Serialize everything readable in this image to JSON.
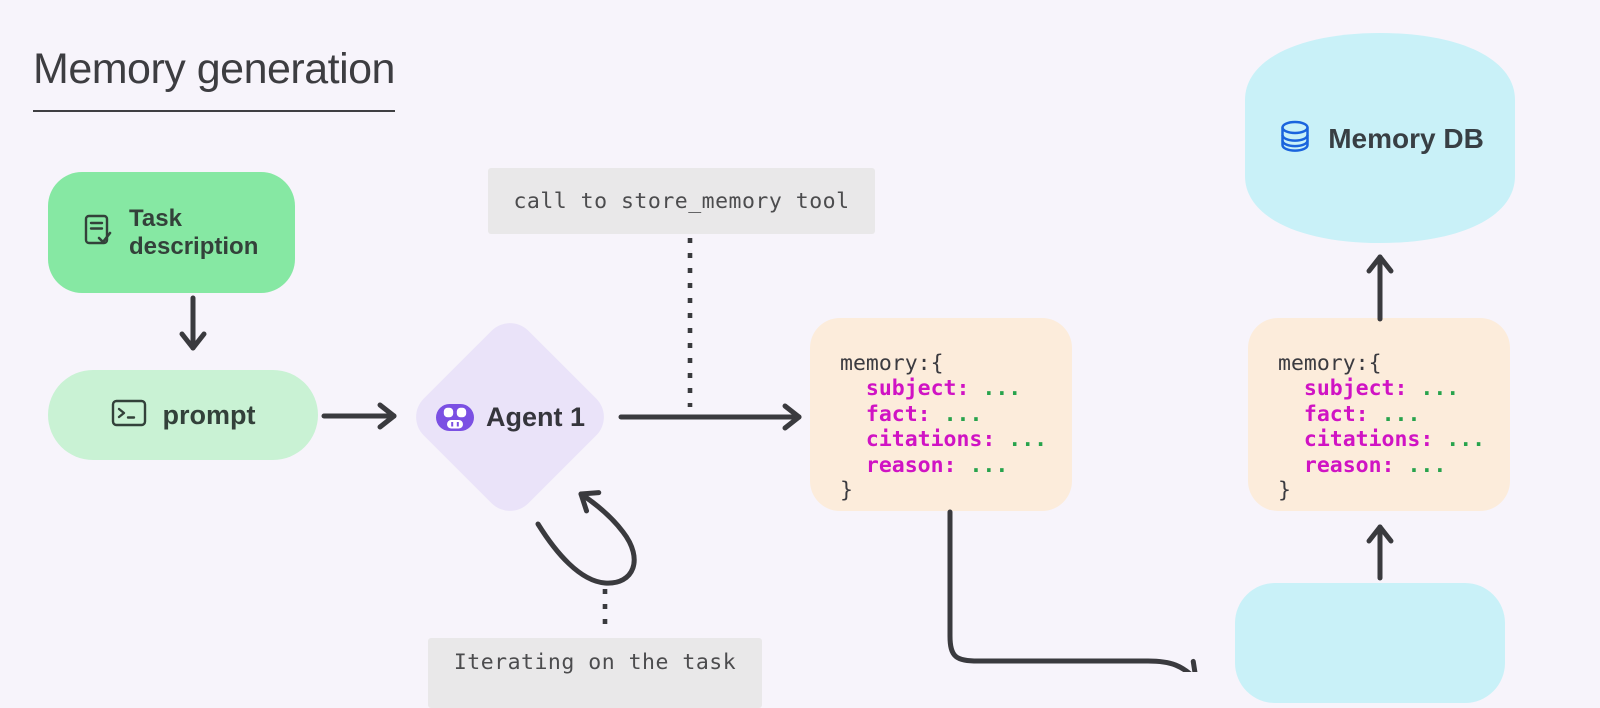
{
  "page": {
    "title": "Memory generation",
    "background_color": "#f7f4fb",
    "arrow_color": "#3a3a3e"
  },
  "nodes": {
    "task": {
      "label": "Task description",
      "icon": "document-check-icon",
      "fill": "#86e8a3"
    },
    "prompt": {
      "label": "prompt",
      "icon": "terminal-icon",
      "fill": "#c9f2d4"
    },
    "agent": {
      "label": "Agent 1",
      "icon": "robot-icon",
      "fill": "#eae3f9",
      "icon_color": "#7b50e3"
    },
    "tool_call": {
      "label": "call to store_memory tool",
      "fill": "#e9e8e9"
    },
    "memory_db": {
      "label": "Memory DB",
      "icon": "database-icon",
      "fill": "#c9f1f8",
      "icon_color": "#1a64dd"
    },
    "iterating": {
      "label": "Iterating on the task",
      "fill": "#e9e8e9"
    },
    "memory_output_fill": "#fcecdb",
    "bottom_store_fill": "#c9f1f8"
  },
  "memory_code": {
    "open": "memory:{",
    "close": "}",
    "fields": [
      {
        "key": "subject:",
        "value": "..."
      },
      {
        "key": "fact:",
        "value": "..."
      },
      {
        "key": "citations:",
        "value": "..."
      },
      {
        "key": "reason:",
        "value": "..."
      }
    ],
    "key_color": "#d013c4",
    "value_color": "#27a34c"
  }
}
